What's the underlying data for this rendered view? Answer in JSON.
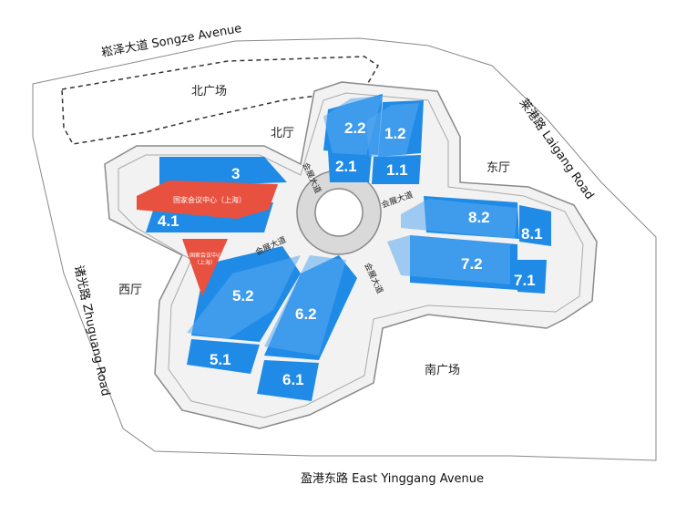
{
  "colors": {
    "hall_blue": "#1f8be6",
    "hall_blue_translucent": "#5aaaf0",
    "nec_red": "#e8513f",
    "outline": "#777777",
    "ground": "#f2f2f2"
  },
  "roads": {
    "north": "崧泽大道  Songze Avenue",
    "east": "莱港路  Laigang Road",
    "west": "诸光路  Zhuguang Road",
    "south": "盈港东路  East Yinggang Avenue"
  },
  "areas": {
    "north_plaza": "北广场",
    "south_plaza": "南广场",
    "north_hall": "北厅",
    "east_hall": "东厅",
    "west_hall": "西厅"
  },
  "boulevard": {
    "label": "会展大道"
  },
  "halls": {
    "h1_1": "1.1",
    "h1_2": "1.2",
    "h2_1": "2.1",
    "h2_2": "2.2",
    "h3": "3",
    "h4_1": "4.1",
    "h5_1": "5.1",
    "h5_2": "5.2",
    "h6_1": "6.1",
    "h6_2": "6.2",
    "h7_1": "7.1",
    "h7_2": "7.2",
    "h8_1": "8.1",
    "h8_2": "8.2"
  },
  "nec": {
    "banner": "国家会议中心（上海）",
    "small_line1": "国家会议中心",
    "small_line2": "（上海）"
  }
}
